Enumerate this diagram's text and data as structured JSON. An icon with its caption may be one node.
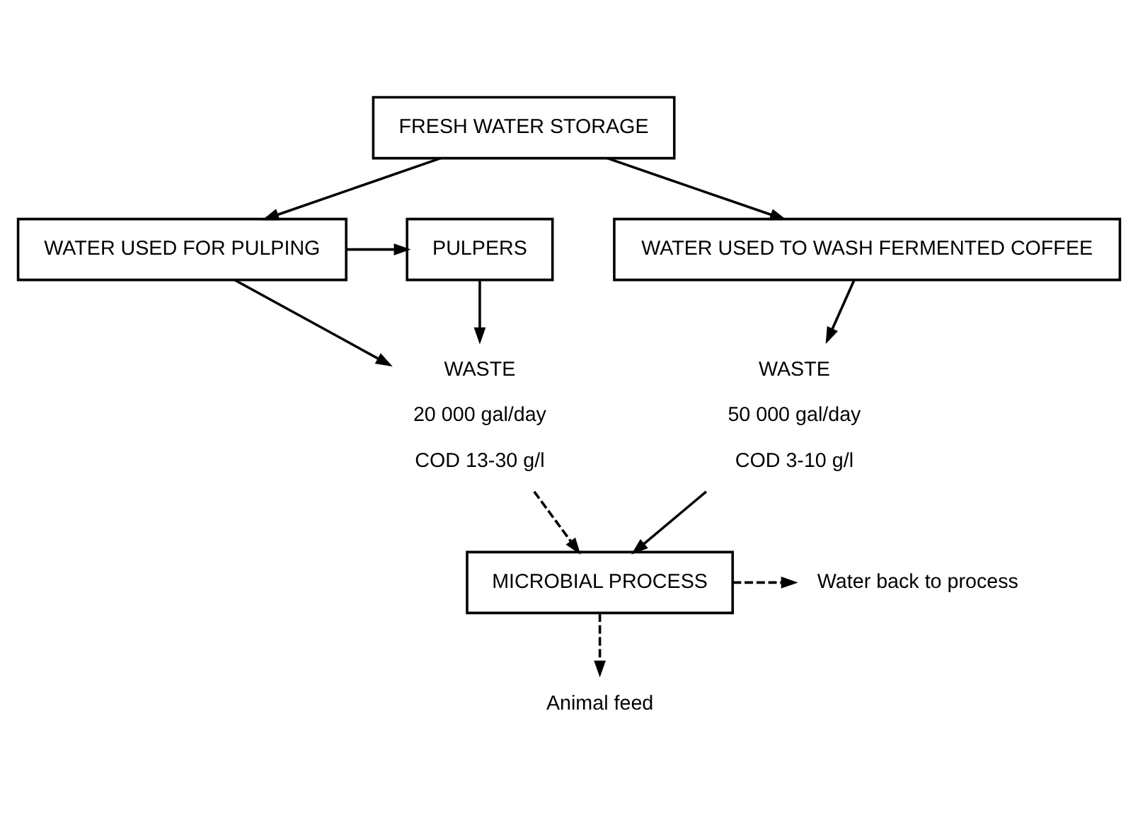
{
  "diagram": {
    "nodes": [
      {
        "text": [
          "FRESH WATER STORAGE"
        ]
      },
      {
        "text": [
          "WATER USED FOR PULPING"
        ]
      },
      {
        "text": [
          "PULPERS"
        ]
      },
      {
        "text": [
          "WATER USED TO WASH FERMENTED COFFEE"
        ]
      },
      {
        "text": [
          "WASTE",
          "20 000 gal/day",
          "COD 13-30 g/l"
        ]
      },
      {
        "text": [
          "WASTE",
          "50 000 gal/day",
          "COD 3-10 g/l"
        ]
      },
      {
        "text": [
          "MICROBIAL PROCESS"
        ]
      },
      {
        "text": [
          "Water back to process"
        ]
      },
      {
        "text": [
          "Animal feed"
        ]
      }
    ],
    "edges": [
      {
        "from": 0,
        "to": 1,
        "arrow": "to"
      },
      {
        "from": 0,
        "to": 3,
        "arrow": "to"
      },
      {
        "from": 1,
        "to": 2,
        "arrow": "to"
      },
      {
        "from": 1,
        "to": 4,
        "arrow": "to"
      },
      {
        "from": 2,
        "to": 4,
        "arrow": "to"
      },
      {
        "from": 3,
        "to": 5,
        "arrow": "to"
      },
      {
        "from": 5,
        "to": 6,
        "arrow": "to"
      },
      {
        "from": 4,
        "to": 6,
        "arrow": "to",
        "style": "dashed"
      },
      {
        "from": 6,
        "to": 7,
        "arrow": "to",
        "style": "dashed"
      },
      {
        "from": 6,
        "to": 8,
        "arrow": "to",
        "style": "dashed"
      }
    ]
  }
}
